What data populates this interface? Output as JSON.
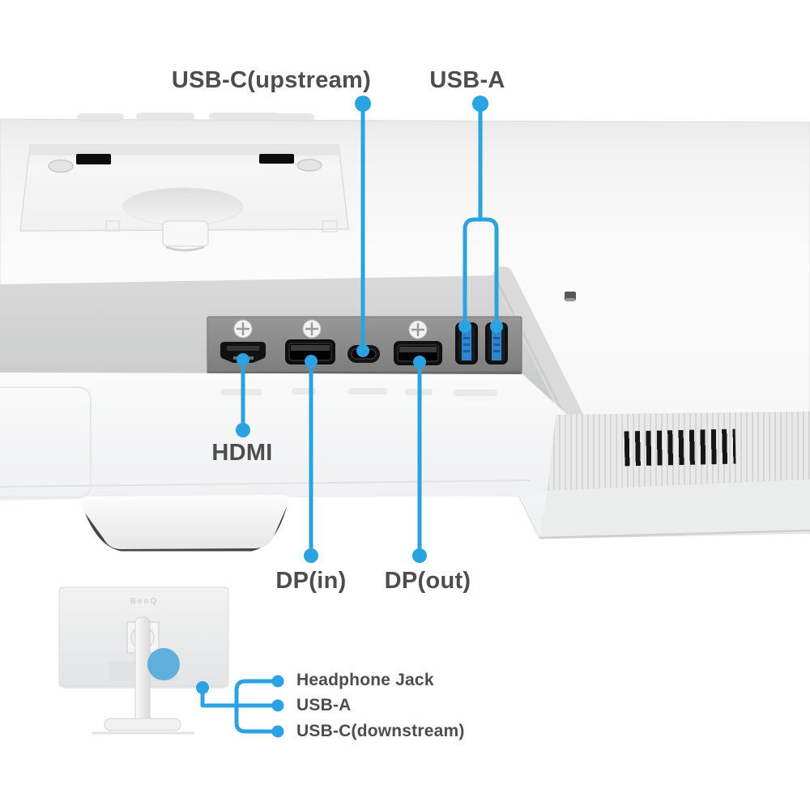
{
  "diagram_title": "Monitor rear ports callout diagram",
  "colors": {
    "accent_blue": "#2aa3e3",
    "label_text": "#4d4d4d",
    "port_panel_gray": "#8a8a8a",
    "usb_tongue_blue": "#2f86d0",
    "monitor_shell": "#f5f5f5"
  },
  "callouts": {
    "top": [
      {
        "label": "USB-C(upstream)"
      },
      {
        "label": "USB-A"
      }
    ],
    "bottom": [
      {
        "label": "HDMI"
      },
      {
        "label": "DP(in)"
      },
      {
        "label": "DP(out)"
      }
    ],
    "side": [
      {
        "label": "Headphone Jack"
      },
      {
        "label": "USB-A"
      },
      {
        "label": "USB-C(downstream)"
      }
    ]
  },
  "ports_in_panel": [
    "hdmi",
    "displayport-in",
    "usb-c-upstream",
    "displayport-out",
    "usb-a",
    "usb-a"
  ],
  "small_monitor": {
    "logo": "BenQ",
    "side_ports": [
      "headphone-jack",
      "usb-a",
      "usb-c-downstream"
    ]
  }
}
